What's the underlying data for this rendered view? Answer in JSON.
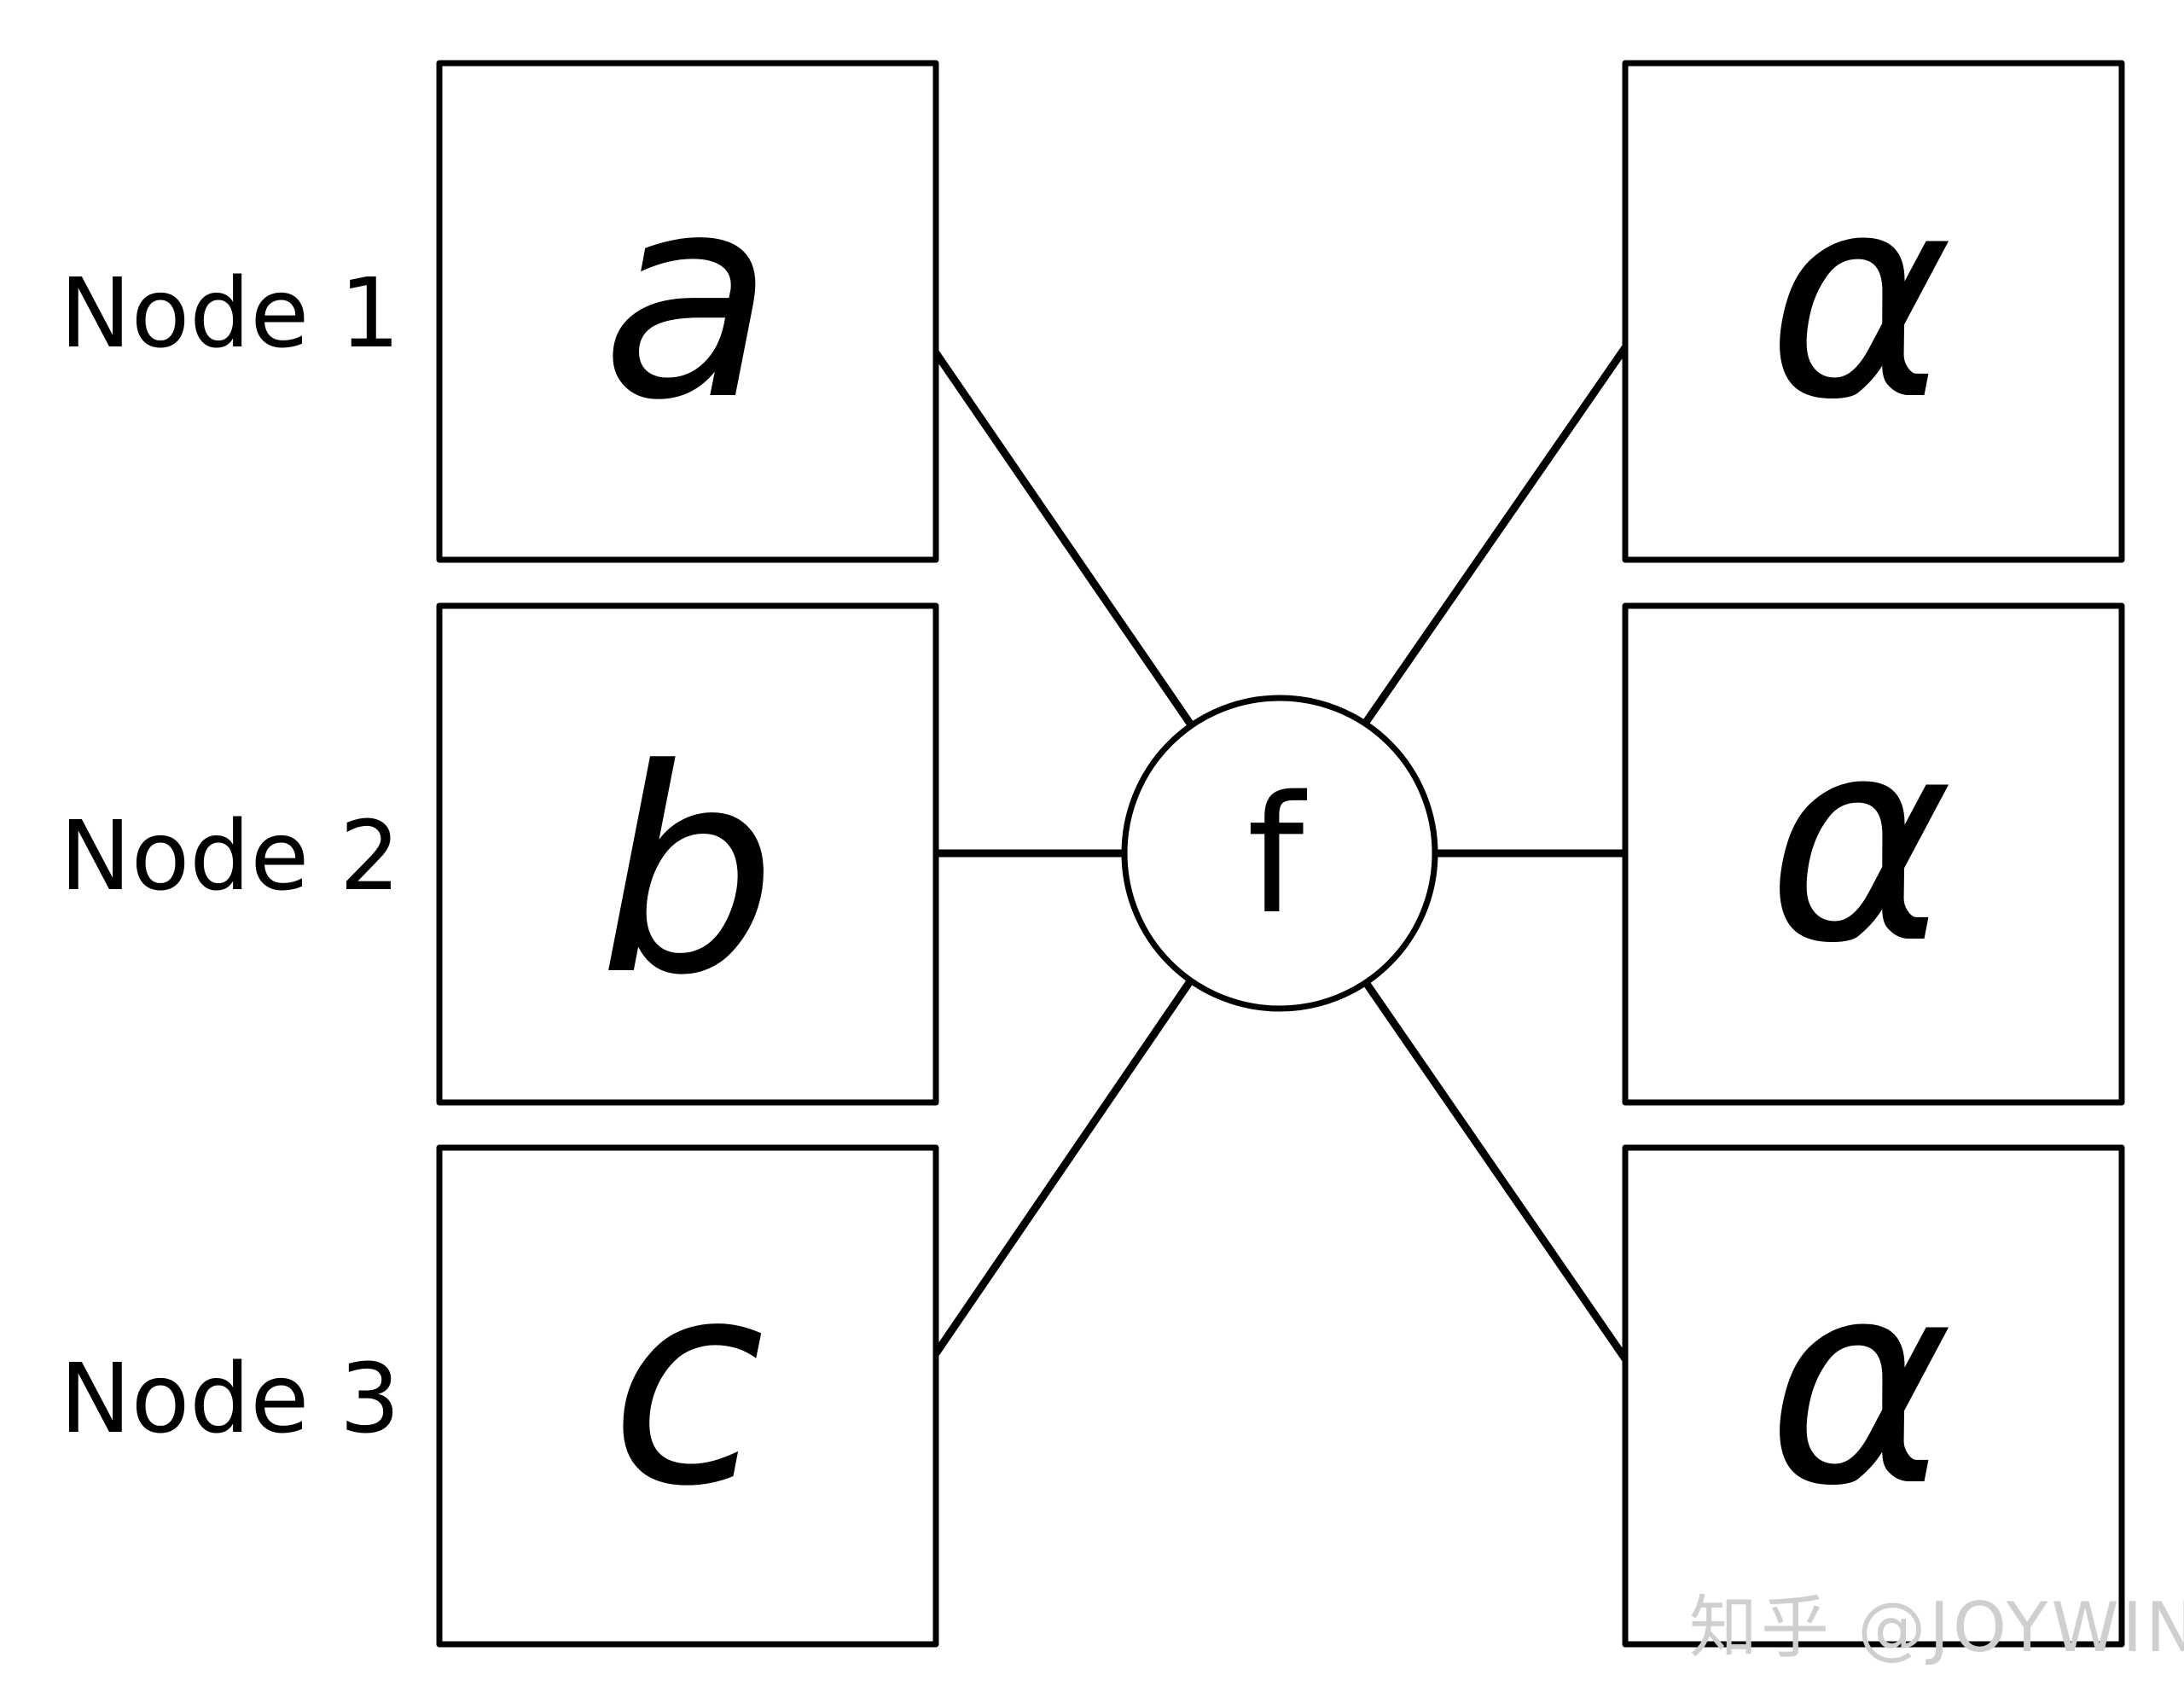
{
  "diagram": {
    "rows": [
      {
        "label": "Node 1",
        "left": "a",
        "right": "α"
      },
      {
        "label": "Node 2",
        "left": "b",
        "right": "α"
      },
      {
        "label": "Node 3",
        "left": "c",
        "right": "α"
      }
    ],
    "hub": {
      "label": "f"
    }
  },
  "watermark": "知乎 @JOYWIN",
  "colors": {
    "stroke": "#000000",
    "background": "#ffffff",
    "watermark": "#cfcfcf"
  }
}
